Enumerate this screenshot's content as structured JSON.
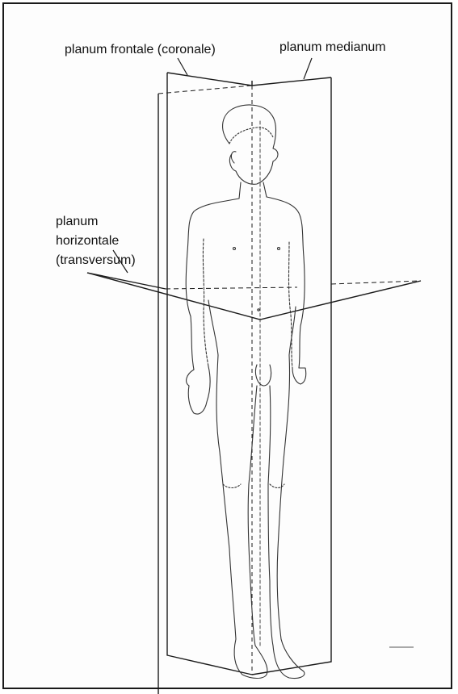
{
  "labels": {
    "frontal": "planum frontale (coronale)",
    "median": "planum medianum",
    "horizontal": [
      "planum",
      "horizontale",
      "(transversum)"
    ]
  },
  "colors": {
    "line": "#1a1a1a",
    "figure": "#333333",
    "frame": "#1a1a1a"
  }
}
